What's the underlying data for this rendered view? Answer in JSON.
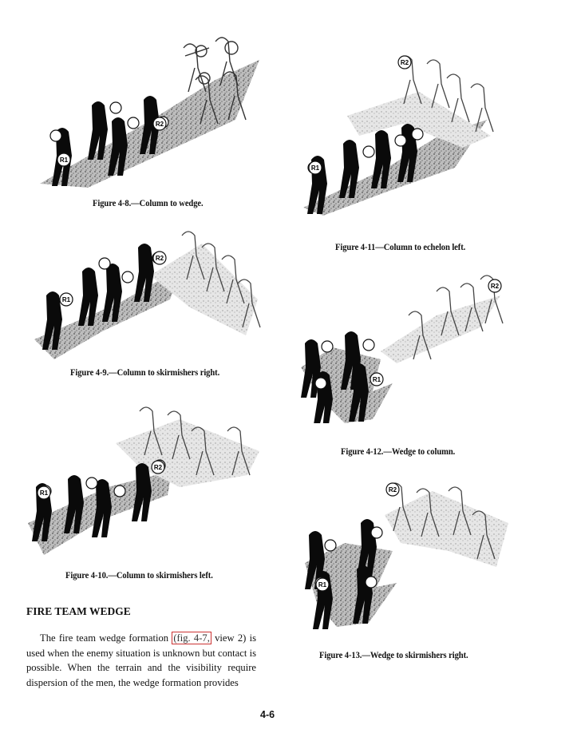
{
  "figures": [
    {
      "id": "4-8",
      "caption": "Figure 4-8.—Column to wedge.",
      "member_labels": [
        "R1",
        "R2"
      ]
    },
    {
      "id": "4-9",
      "caption": "Figure 4-9.—Column to skirmishers right.",
      "member_labels": [
        "R1",
        "R2"
      ]
    },
    {
      "id": "4-10",
      "caption": "Figure 4-10.—Column to skirmishers left.",
      "member_labels": [
        "R1",
        "R2"
      ]
    },
    {
      "id": "4-11",
      "caption": "Figure 4-11—Column to echelon left.",
      "member_labels": [
        "R1",
        "R2"
      ]
    },
    {
      "id": "4-12",
      "caption": "Figure 4-12.—Wedge to column.",
      "member_labels": [
        "R1",
        "R2"
      ]
    },
    {
      "id": "4-13",
      "caption": "Figure 4-13.—Wedge to skirmishers right.",
      "member_labels": [
        "R1",
        "R2"
      ]
    }
  ],
  "section": {
    "heading": "FIRE TEAM WEDGE",
    "text_before": "The fire team wedge formation ",
    "xref": "(fig. 4-7,",
    "text_after": " view 2) is used when the enemy situation is unknown but contact is possible. When the terrain and the visibility require dispersion of the men, the wedge formation provides"
  },
  "page_number": "4-6"
}
